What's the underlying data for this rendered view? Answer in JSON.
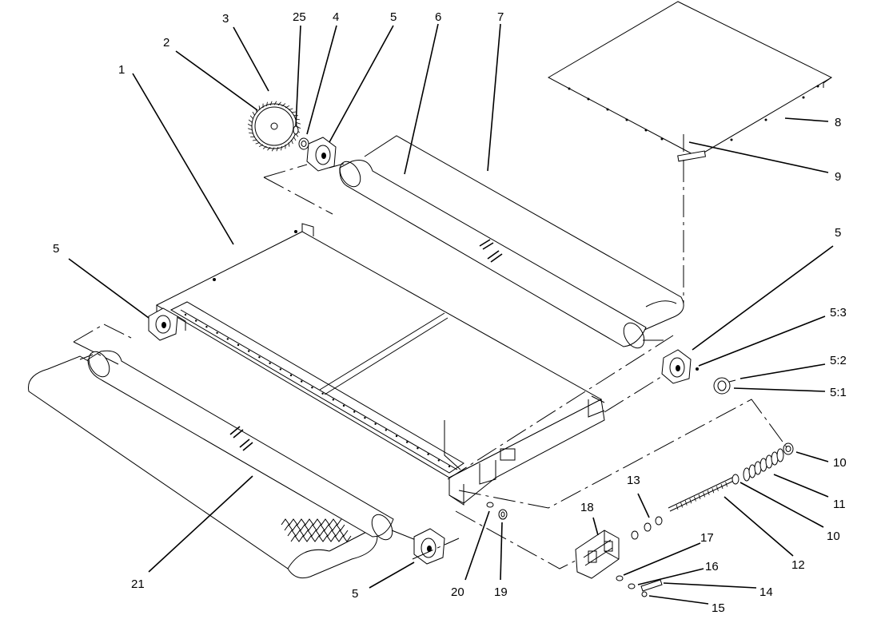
{
  "diagram": {
    "callouts": [
      {
        "id": "c1",
        "text": "1"
      },
      {
        "id": "c2",
        "text": "2"
      },
      {
        "id": "c3",
        "text": "3"
      },
      {
        "id": "c25",
        "text": "25"
      },
      {
        "id": "c4",
        "text": "4"
      },
      {
        "id": "c5a",
        "text": "5"
      },
      {
        "id": "c6",
        "text": "6"
      },
      {
        "id": "c7",
        "text": "7"
      },
      {
        "id": "c8",
        "text": "8"
      },
      {
        "id": "c9",
        "text": "9"
      },
      {
        "id": "c5b",
        "text": "5"
      },
      {
        "id": "c5c",
        "text": "5"
      },
      {
        "id": "c53",
        "text": "5:3"
      },
      {
        "id": "c52",
        "text": "5:2"
      },
      {
        "id": "c51",
        "text": "5:1"
      },
      {
        "id": "c10a",
        "text": "10"
      },
      {
        "id": "c11",
        "text": "11"
      },
      {
        "id": "c10b",
        "text": "10"
      },
      {
        "id": "c12",
        "text": "12"
      },
      {
        "id": "c13",
        "text": "13"
      },
      {
        "id": "c18",
        "text": "18"
      },
      {
        "id": "c17",
        "text": "17"
      },
      {
        "id": "c16",
        "text": "16"
      },
      {
        "id": "c14",
        "text": "14"
      },
      {
        "id": "c15",
        "text": "15"
      },
      {
        "id": "c21",
        "text": "21"
      },
      {
        "id": "c5d",
        "text": "5"
      },
      {
        "id": "c20",
        "text": "20"
      },
      {
        "id": "c19",
        "text": "19"
      }
    ]
  }
}
